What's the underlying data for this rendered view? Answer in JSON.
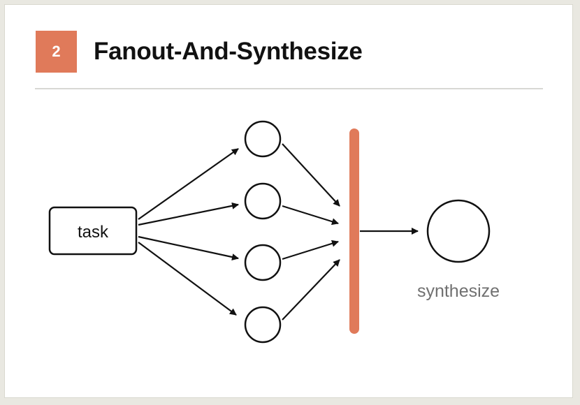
{
  "header": {
    "step_number": "2",
    "title": "Fanout-And-Synthesize"
  },
  "diagram": {
    "task_label": "task",
    "synthesize_label": "synthesize",
    "parallel_node_count": 4
  },
  "colors": {
    "accent": "#e07a5a",
    "text_dark": "#111111",
    "label_gray": "#707070",
    "divider": "#d8d8d4"
  }
}
